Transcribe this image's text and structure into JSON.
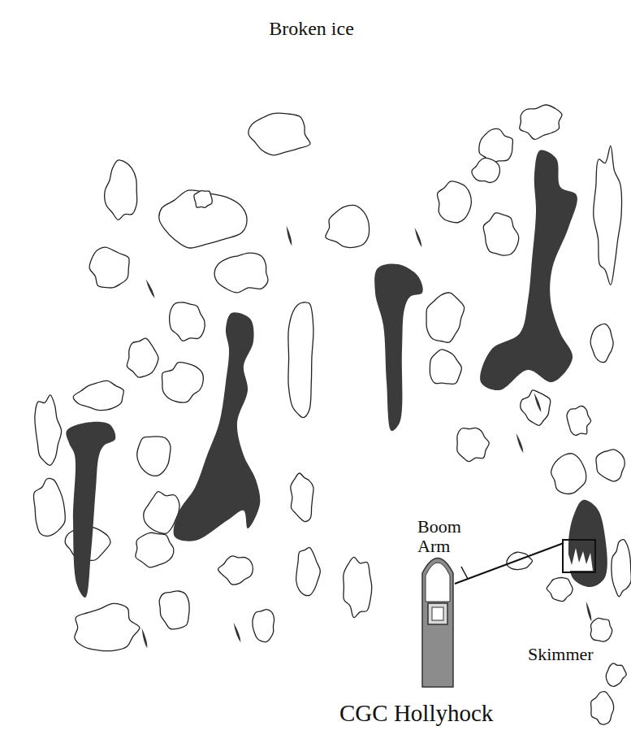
{
  "diagram": {
    "title": "Broken ice",
    "labels": [
      "Boom Arm",
      "Skimmer",
      "CGC Hollyhock"
    ]
  }
}
